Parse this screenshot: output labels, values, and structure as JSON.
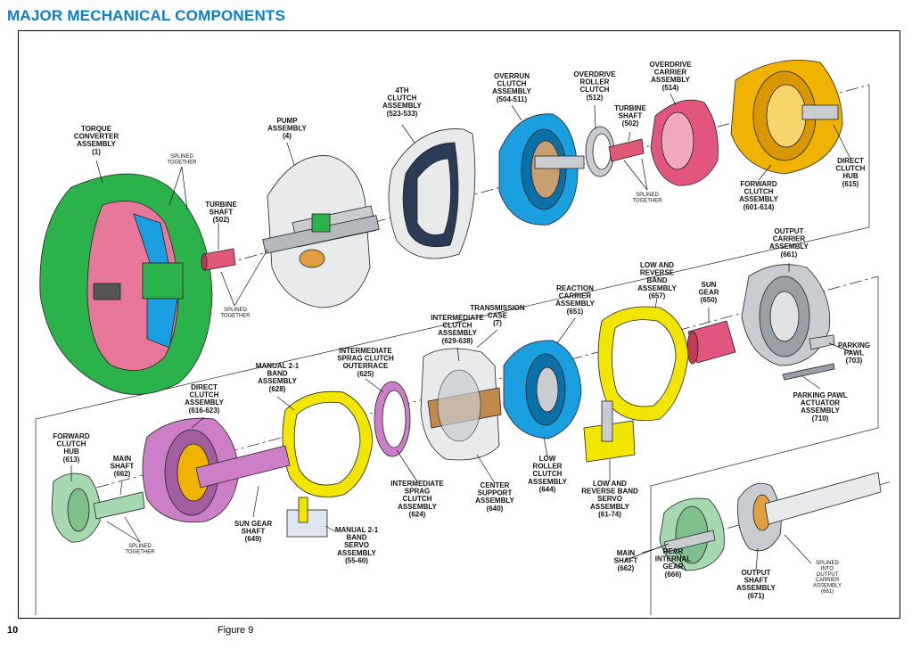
{
  "page": {
    "title": "MAJOR MECHANICAL COMPONENTS",
    "page_number": "10",
    "figure_caption": "Figure 9"
  },
  "labels": {
    "torque_converter": [
      "TORQUE",
      "CONVERTER",
      "ASSEMBLY",
      "(1)"
    ],
    "splined_together_1": [
      "SPLINED",
      "TOGETHER"
    ],
    "turbine_shaft_1": [
      "TURBINE",
      "SHAFT",
      "(502)"
    ],
    "splined_together_2": [
      "SPLINED",
      "TOGETHER"
    ],
    "pump_assembly": [
      "PUMP",
      "ASSEMBLY",
      "(4)"
    ],
    "fourth_clutch": [
      "4TH",
      "CLUTCH",
      "ASSEMBLY",
      "(523-533)"
    ],
    "overrun_clutch": [
      "OVERRUN",
      "CLUTCH",
      "ASSEMBLY",
      "(504-511)"
    ],
    "overdrive_roller_clutch": [
      "OVERDRIVE",
      "ROLLER",
      "CLUTCH",
      "(512)"
    ],
    "turbine_shaft_2": [
      "TURBINE",
      "SHAFT",
      "(502)"
    ],
    "splined_together_3": [
      "SPLINED",
      "TOGETHER"
    ],
    "overdrive_carrier": [
      "OVERDRIVE",
      "CARRIER",
      "ASSEMBLY",
      "(514)"
    ],
    "forward_clutch": [
      "FORWARD",
      "CLUTCH",
      "ASSEMBLY",
      "(601-614)"
    ],
    "direct_clutch_hub_1": [
      "DIRECT",
      "CLUTCH",
      "HUB",
      "(615)"
    ],
    "output_carrier": [
      "OUTPUT",
      "CARRIER",
      "ASSEMBLY",
      "(661)"
    ],
    "low_reverse_band": [
      "LOW AND",
      "REVERSE",
      "BAND",
      "ASSEMBLY",
      "(657)"
    ],
    "sun_gear": [
      "SUN",
      "GEAR",
      "(650)"
    ],
    "reaction_carrier": [
      "REACTION",
      "CARRIER",
      "ASSEMBLY",
      "(651)"
    ],
    "transmission_case": [
      "TRANSMISSION",
      "CASE",
      "(7)"
    ],
    "intermediate_clutch": [
      "INTERMEDIATE",
      "CLUTCH",
      "ASSEMBLY",
      "(629-638)"
    ],
    "intermediate_sprag_outerrace": [
      "INTERMEDIATE",
      "SPRAG CLUTCH",
      "OUTERRACE",
      "(625)"
    ],
    "manual_band": [
      "MANUAL 2-1",
      "BAND",
      "ASSEMBLY",
      "(628)"
    ],
    "direct_clutch": [
      "DIRECT",
      "CLUTCH",
      "ASSEMBLY",
      "(616-623)"
    ],
    "parking_pawl": [
      "PARKING",
      "PAWL",
      "(703)"
    ],
    "parking_pawl_actuator": [
      "PARKING PAWL",
      "ACTUATOR",
      "ASSEMBLY",
      "(710)"
    ],
    "forward_clutch_hub": [
      "FORWARD",
      "CLUTCH",
      "HUB",
      "(613)"
    ],
    "main_shaft_1": [
      "MAIN",
      "SHAFT",
      "(662)"
    ],
    "splined_together_4": [
      "SPLINED",
      "TOGETHER"
    ],
    "sun_gear_shaft": [
      "SUN GEAR",
      "SHAFT",
      "(649)"
    ],
    "manual_servo": [
      "MANUAL 2-1",
      "BAND",
      "SERVO",
      "ASSEMBLY",
      "(55-60)"
    ],
    "intermediate_sprag_clutch": [
      "INTERMEDIATE",
      "SPRAG",
      "CLUTCH",
      "ASSEMBLY",
      "(624)"
    ],
    "center_support": [
      "CENTER",
      "SUPPORT",
      "ASSEMBLY",
      "(640)"
    ],
    "low_roller_clutch": [
      "LOW",
      "ROLLER",
      "CLUTCH",
      "ASSEMBLY",
      "(644)"
    ],
    "low_reverse_servo": [
      "LOW AND",
      "REVERSE BAND",
      "SERVO",
      "ASSEMBLY",
      "(61-74)"
    ],
    "main_shaft_2": [
      "MAIN",
      "SHAFT",
      "(662)"
    ],
    "rear_internal_gear": [
      "REAR",
      "INTERNAL",
      "GEAR",
      "(666)"
    ],
    "output_shaft": [
      "OUTPUT",
      "SHAFT",
      "ASSEMBLY",
      "(671)"
    ],
    "splined_output": [
      "SPLINED",
      "INTO",
      "OUTPUT",
      "CARRIER",
      "ASSEMBLY",
      "(661)"
    ]
  },
  "colors": {
    "title": "#0a7fc8",
    "torque_converter": "#2bb24a",
    "converter_inner": "#e8789a",
    "clutch_blue": "#1a9fe0",
    "band_yellow": "#f2e600",
    "carrier_pink": "#e2557d",
    "forward_gold": "#f0b400",
    "hub_green": "#a6d9b0",
    "magenta_clutch": "#cc7fc6",
    "shaft_pink": "#e05a78",
    "metal_gray": "#c9cdd2"
  }
}
